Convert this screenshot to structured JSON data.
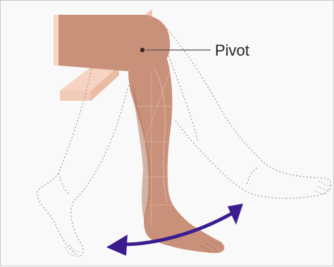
{
  "labels": {
    "pivot": "Pivot"
  },
  "colors": {
    "leg_skin": "#c9917a",
    "leg_shadow": "#b57a63",
    "seat_front": "#f7d7c4",
    "seat_top": "#efc3ac",
    "outline_dotted": "#9a9a9a",
    "arrow": "#3a1c8f",
    "pivot_dot": "#3a2a24",
    "leader_line": "#555555"
  },
  "icons": {
    "arrow": "double-headed-curved-arrow",
    "pivot": "pivot-dot"
  }
}
